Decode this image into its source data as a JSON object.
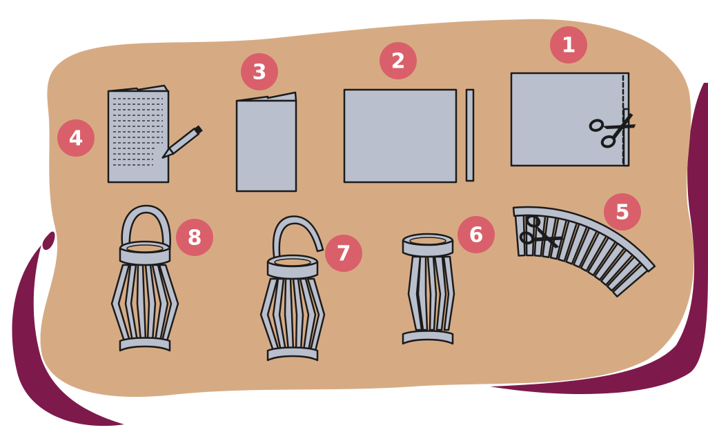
{
  "colors": {
    "background": "#ffffff",
    "blob": "#d6ab84",
    "accent_swash": "#7d1a4b",
    "badge": "#d9606a",
    "paper": "#b9bfcc",
    "outline": "#1b1b1b"
  },
  "steps": [
    {
      "number": "1",
      "icon": "paper-sheet-with-scissors-icon"
    },
    {
      "number": "2",
      "icon": "paper-sheet-and-strip-icon"
    },
    {
      "number": "3",
      "icon": "folded-paper-icon"
    },
    {
      "number": "4",
      "icon": "folded-paper-with-pencil-lines-icon"
    },
    {
      "number": "5",
      "icon": "cutting-slits-icon"
    },
    {
      "number": "6",
      "icon": "rolled-lantern-icon"
    },
    {
      "number": "7",
      "icon": "lantern-attach-handle-icon"
    },
    {
      "number": "8",
      "icon": "finished-lantern-icon"
    }
  ]
}
